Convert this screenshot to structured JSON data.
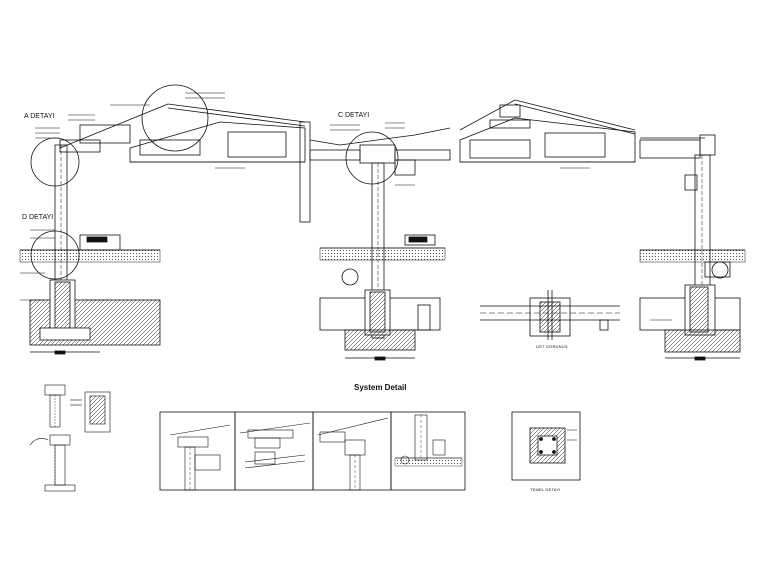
{
  "labels": {
    "a_detail": "A DETAYI",
    "c_detail": "C DETAYI",
    "d_detail": "D DETAYI",
    "system_detail": "System Detail",
    "ust_gorunus": "ÜST GÖRÜNÜŞ",
    "temel_detayi": "TEMEL DETAYI"
  }
}
